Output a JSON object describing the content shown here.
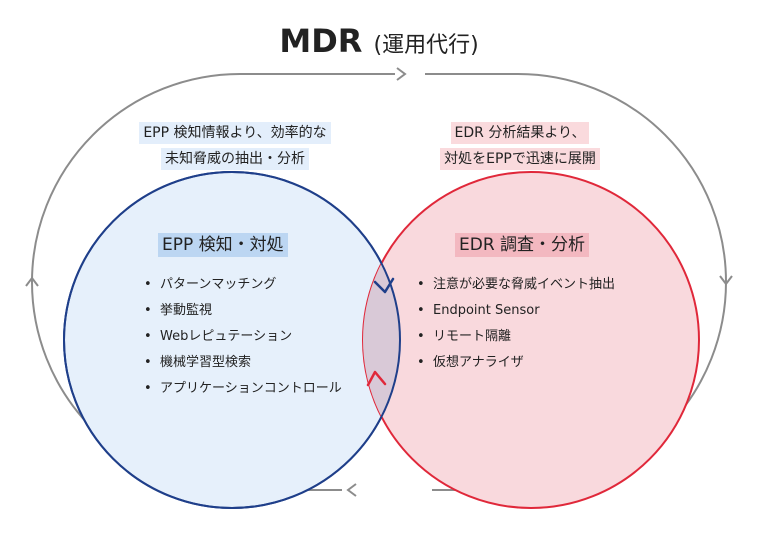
{
  "title": {
    "main": "MDR",
    "sub": "(運用代行)"
  },
  "epp": {
    "caption_lines": [
      "EPP 検知情報より、効率的な",
      "未知脅威の抽出・分析"
    ],
    "heading": "EPP 検知・対処",
    "items": [
      "パターンマッチング",
      "挙動監視",
      "Webレピュテーション",
      "機械学習型検索",
      "アプリケーションコントロール"
    ],
    "circle_fill": "#e6f0fb",
    "circle_stroke": "#1f3f8a"
  },
  "edr": {
    "caption_lines": [
      "EDR 分析結果より、",
      "対処をEPPで迅速に展開"
    ],
    "heading": "EDR 調査・分析",
    "items": [
      "注意が必要な脅威イベント抽出",
      "Endpoint Sensor",
      "リモート隔離",
      "仮想アナライザ"
    ],
    "circle_fill": "#f9d9dd",
    "circle_stroke": "#e0283a"
  },
  "colors": {
    "loop_stroke": "#8c8c8c"
  },
  "icons": {
    "arrow_to_edr": "arrow-right-icon",
    "arrow_to_epp": "arrow-left-icon"
  }
}
